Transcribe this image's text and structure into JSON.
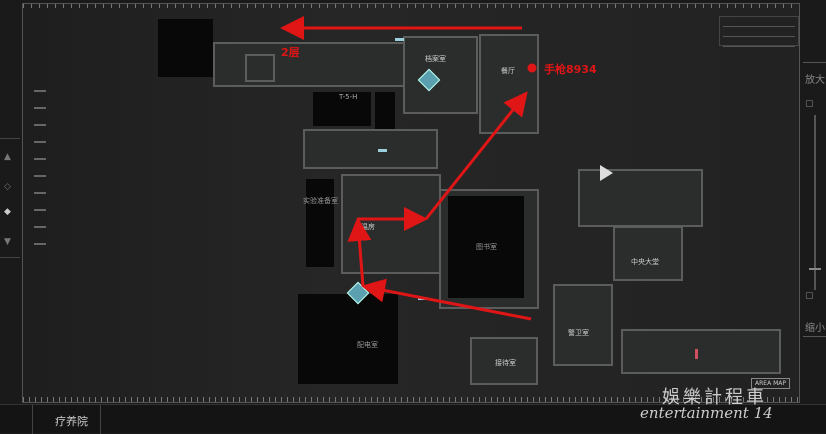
{
  "map": {
    "area_name": "疗养院",
    "area_map_button": "AREA MAP",
    "zoom_in_label": "放大",
    "zoom_out_label": "缩小",
    "floor_label": "2层",
    "item_marker": "手枪8934",
    "rooms": {
      "archive": "档案室",
      "dining": "餐厅",
      "top_room": "T-5-H",
      "greenhouse": "温房",
      "library": "图书室",
      "central_hall": "中央大堂",
      "guard": "警卫室",
      "reception": "接待室",
      "west_room": "实验准备室",
      "south_room": "配电室"
    },
    "zoom_level": 0.2,
    "colors": {
      "route": "#e01515",
      "door": "#9ccfdc",
      "save_marker": "#5aa0b0"
    }
  },
  "left_panel": {
    "icons": [
      "up-arrow-icon",
      "floor-hollow-icon",
      "floor-filled-icon",
      "down-arrow-icon"
    ]
  },
  "watermark": {
    "line1": "娛樂計程車",
    "line2": "entertainment 14"
  }
}
